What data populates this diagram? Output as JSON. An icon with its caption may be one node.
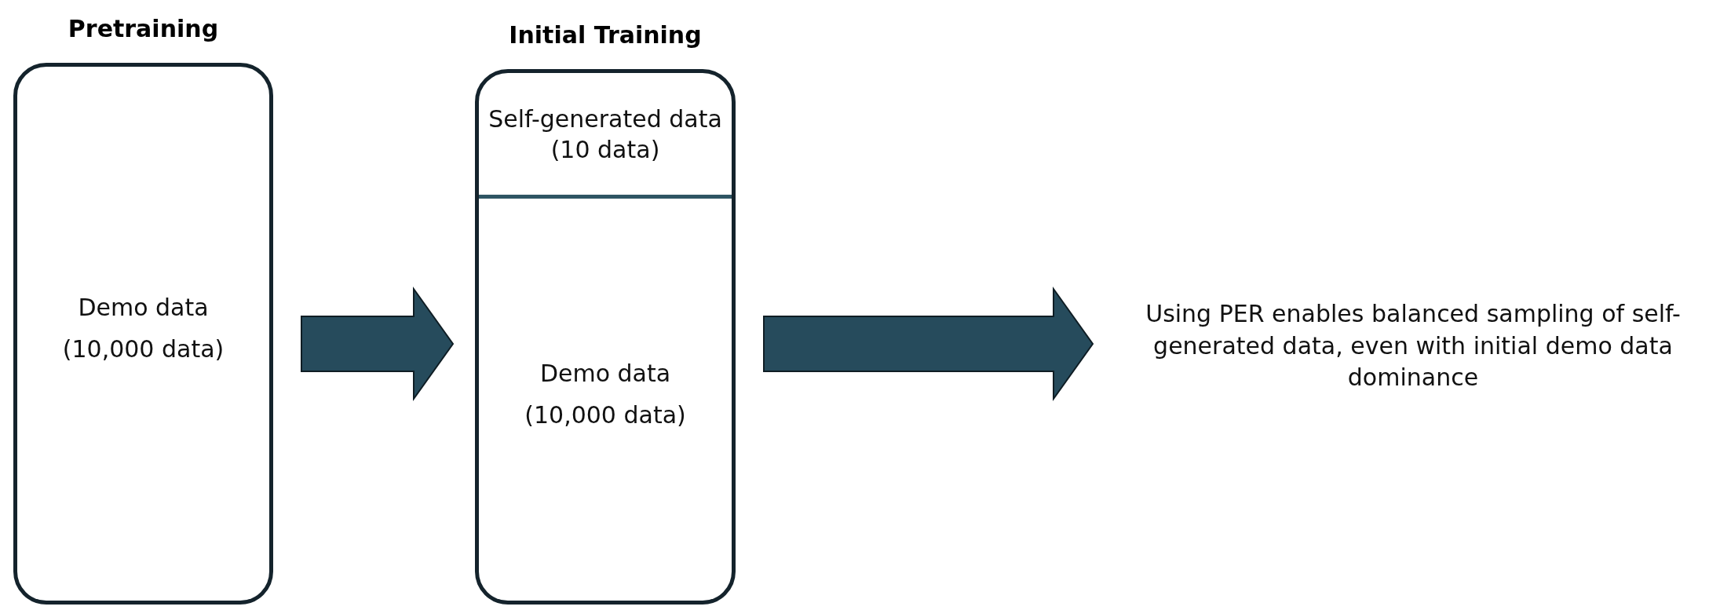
{
  "diagram": {
    "nodes": [
      {
        "text": [
          "Pretraining",
          "Demo data",
          "(10,000 data)"
        ]
      },
      {
        "text": [
          "Initial Training"
        ]
      },
      {
        "text": [
          "Self-generated data (10 data)"
        ],
        "in": 1
      },
      {
        "text": [
          "Demo data",
          "(10,000 data)"
        ],
        "in": 1
      },
      {
        "text": [
          "Using PER enables balanced sampling of self-generated data, even with initial demo data dominance"
        ]
      }
    ],
    "edges": [
      {
        "from": 0,
        "to": 1,
        "arrow": "to",
        "style": "thick"
      },
      {
        "from": 1,
        "to": 4,
        "arrow": "to",
        "style": "thick"
      }
    ]
  }
}
